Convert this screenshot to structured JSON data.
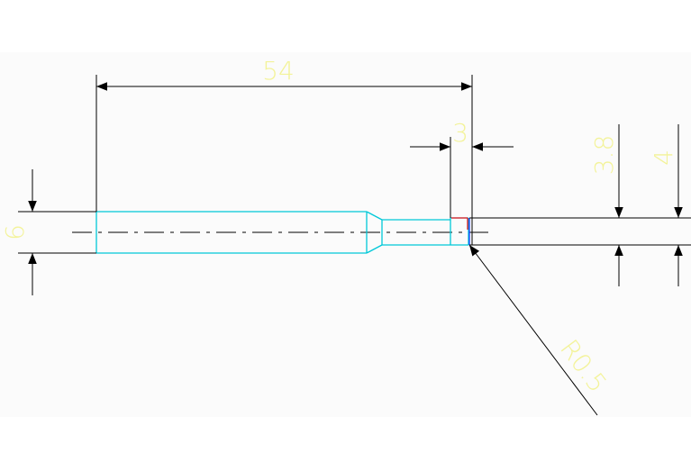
{
  "dimensions": {
    "overall_length": "54",
    "tip_length": "3",
    "shank_diameter": "6",
    "neck_diameter": "3.8",
    "tip_diameter": "4",
    "corner_radius": "R0.5"
  },
  "colors": {
    "background": "#ffffff",
    "drawing_area": "#fbfbfb",
    "outline": "#00c8d8",
    "dimension_line": "#000000",
    "dimension_text": "#f3f39a",
    "detail": "#e8141c",
    "detail_alt": "#1a3cff"
  }
}
